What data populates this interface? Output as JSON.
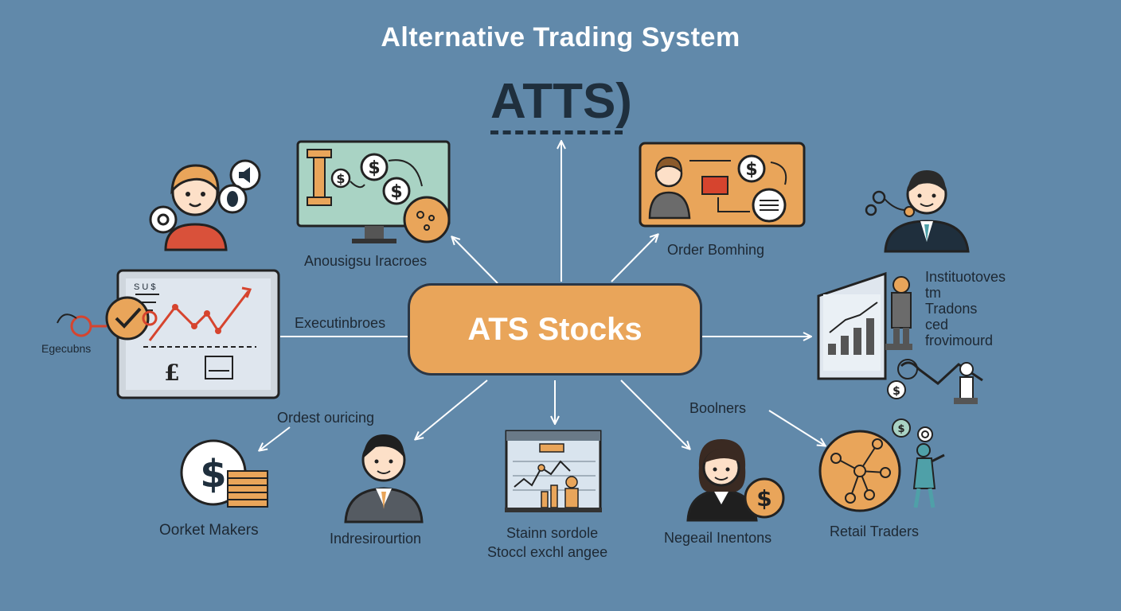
{
  "title": "Alternative Trading System",
  "subtitle": "ATTS)",
  "center": "ATS Stocks",
  "labels": {
    "top_left_box": "Anousigsu Iracroes",
    "top_right_box": "Order  Bomhing",
    "left_arrow": "Executinbroes",
    "left_panel_caption": "Egecubns",
    "left_panel_header": "S U $",
    "right_group": [
      "Instituotoves",
      "tm",
      "Tradons",
      "ced",
      "frovimourd"
    ],
    "order_routing": "Ordest ouricing",
    "brokers": "Boolners",
    "market_makers": "Oorket Makers",
    "indresiroution": "Indresirourtion",
    "stock_exchange": [
      "Stainn sordole",
      "Stoccl exchl angee"
    ],
    "negeail": "Negeail Inentons",
    "retail": "Retail Traders"
  },
  "colors": {
    "background": "#6189aa",
    "orange": "#e9a55a",
    "dark": "#1f2f3d",
    "mint": "#a9d3c4",
    "red": "#d6442e"
  }
}
